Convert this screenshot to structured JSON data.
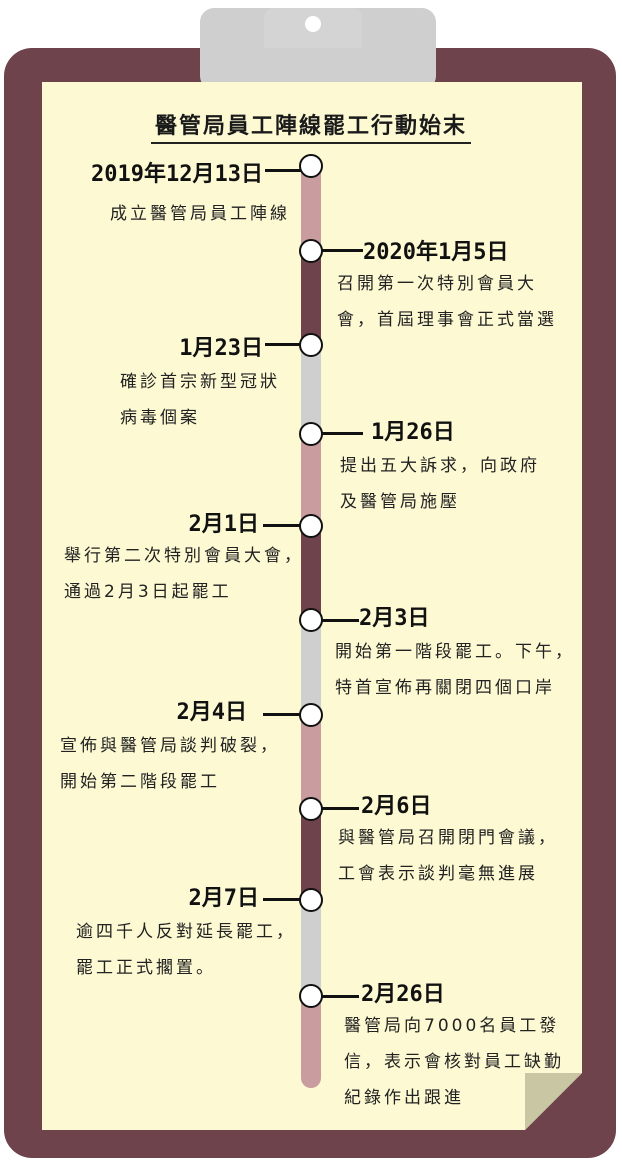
{
  "title": "醫管局員工陣線罷工行動始末",
  "colors": {
    "board": "#6e434c",
    "paper": "#fdfad3",
    "clip": "#cfcfcf",
    "line_pink": "#c99ca0",
    "line_dark": "#6e434c",
    "line_grey": "#cfcfcf"
  },
  "events": [
    {
      "date": "2019年12月13日",
      "desc": [
        "成立醫管局員工陣線"
      ]
    },
    {
      "date": "2020年1月5日",
      "desc": [
        "召開第一次特別會員大",
        "會，首屆理事會正式當選"
      ]
    },
    {
      "date": "1月23日",
      "desc": [
        "確診首宗新型冠狀",
        "病毒個案"
      ]
    },
    {
      "date": "1月26日",
      "desc": [
        "提出五大訴求，向政府",
        "及醫管局施壓"
      ]
    },
    {
      "date": "2月1日",
      "desc": [
        "舉行第二次特別會員大會，",
        "通過2月3日起罷工"
      ]
    },
    {
      "date": "2月3日",
      "desc": [
        "開始第一階段罷工。下午，",
        "特首宣佈再關閉四個口岸"
      ]
    },
    {
      "date": "2月4日",
      "desc": [
        "宣佈與醫管局談判破裂，",
        "開始第二階段罷工"
      ]
    },
    {
      "date": "2月6日",
      "desc": [
        "與醫管局召開閉門會議，",
        "工會表示談判毫無進展"
      ]
    },
    {
      "date": "2月7日",
      "desc": [
        "逾四千人反對延長罷工，",
        "罷工正式擱置。"
      ]
    },
    {
      "date": "2月26日",
      "desc": [
        "醫管局向7000名員工發",
        "信，表示會核對員工缺勤",
        "紀錄作出跟進"
      ]
    }
  ]
}
